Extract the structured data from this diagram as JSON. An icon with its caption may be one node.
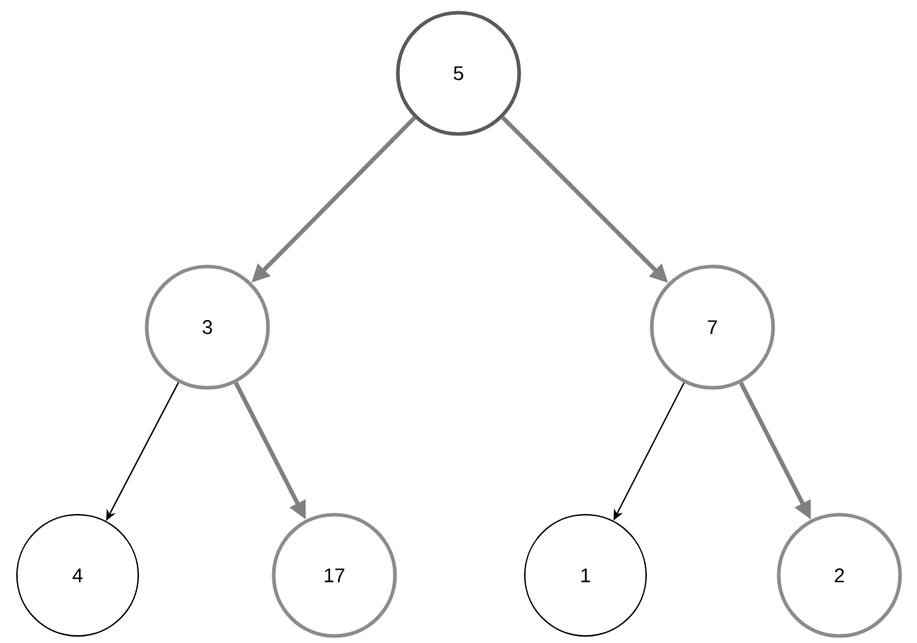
{
  "diagram": {
    "nodes": [
      {
        "text": [
          "5"
        ]
      },
      {
        "text": [
          "3"
        ]
      },
      {
        "text": [
          "7"
        ]
      },
      {
        "text": [
          "4"
        ]
      },
      {
        "text": [
          "17"
        ]
      },
      {
        "text": [
          "1"
        ]
      },
      {
        "text": [
          "2"
        ]
      }
    ],
    "edges": [
      {
        "from": 0,
        "to": 1,
        "arrow": "to"
      },
      {
        "from": 0,
        "to": 2,
        "arrow": "to"
      },
      {
        "from": 1,
        "to": 3,
        "arrow": "to",
        "color": "#000000"
      },
      {
        "from": 1,
        "to": 4,
        "arrow": "to"
      },
      {
        "from": 2,
        "to": 5,
        "arrow": "to",
        "color": "#000000"
      },
      {
        "from": 2,
        "to": 6,
        "arrow": "to"
      }
    ]
  }
}
